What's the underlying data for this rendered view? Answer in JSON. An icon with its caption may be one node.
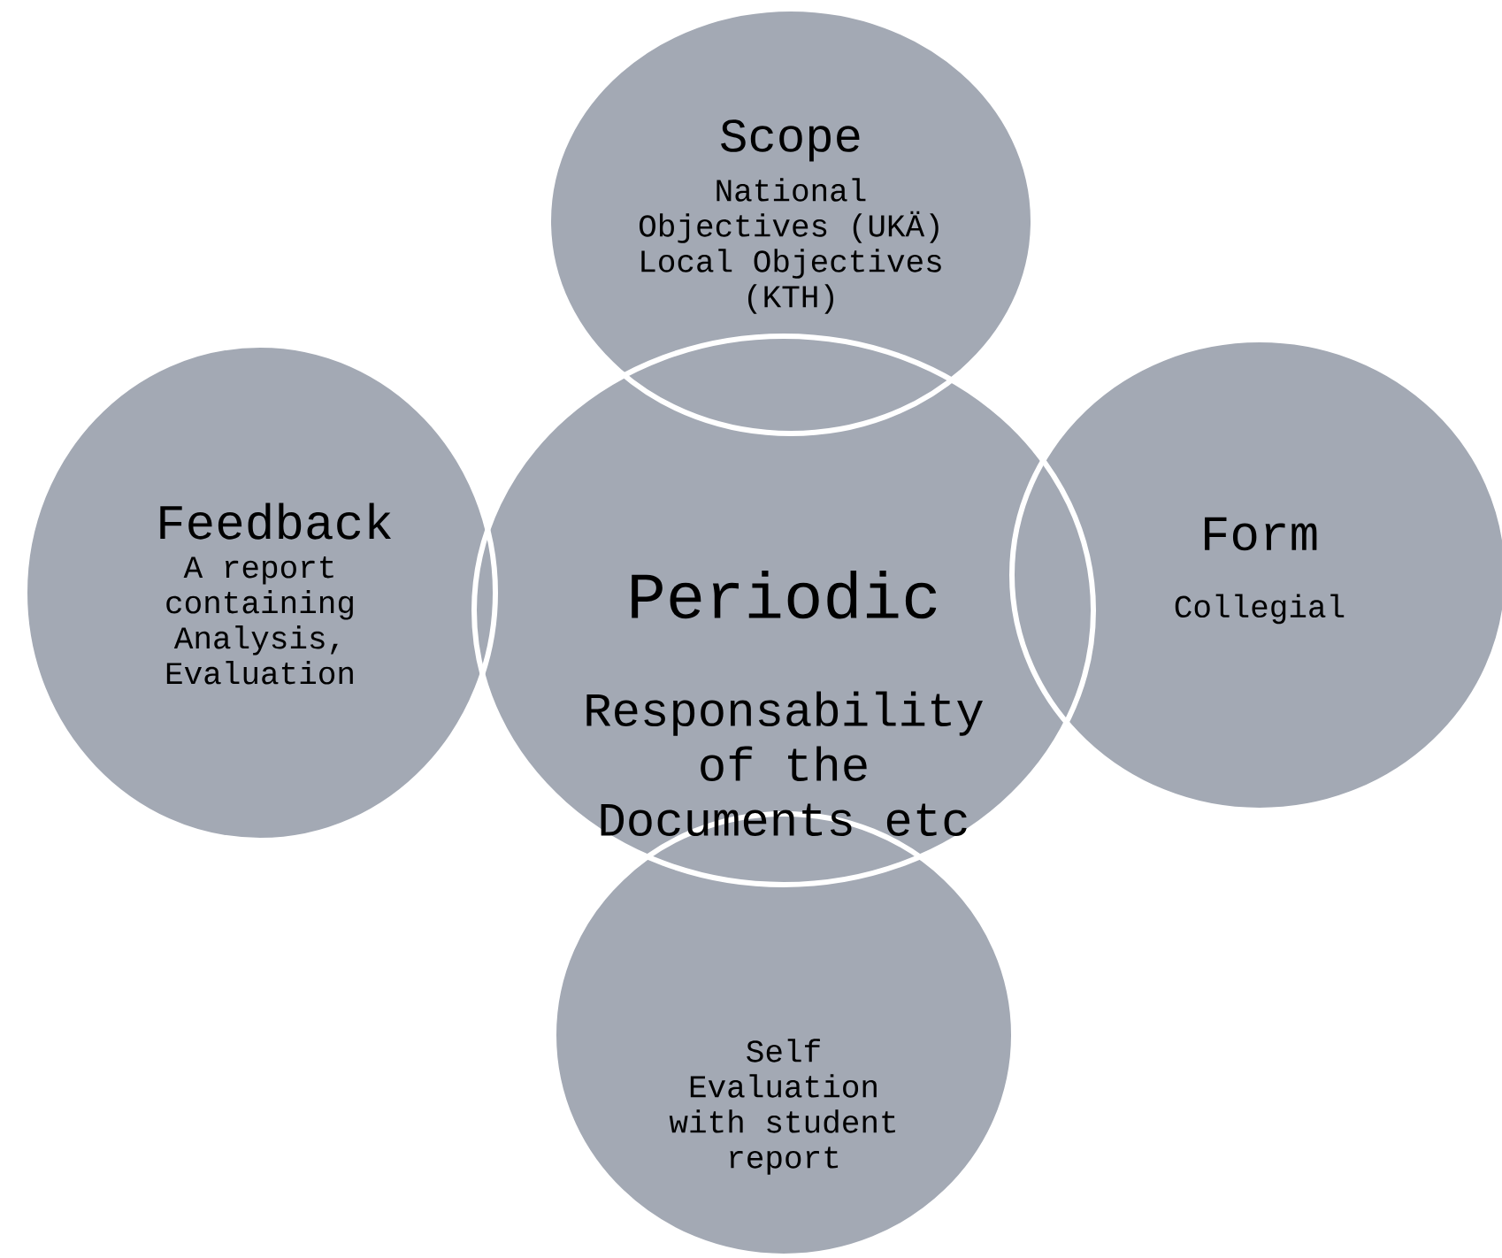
{
  "diagram": {
    "nodes": [
      {
        "text": [
          "Scope",
          "National Objectives (UKÄ) Local Objectives (KTH)"
        ]
      },
      {
        "text": [
          "Feedback",
          "A report containing Analysis, Evaluation"
        ]
      },
      {
        "text": [
          "Periodic",
          "Responsability of the Documents etc"
        ]
      },
      {
        "text": [
          "Form",
          "Collegial"
        ]
      },
      {
        "text": [
          "Self Evaluation with student report"
        ]
      }
    ]
  }
}
